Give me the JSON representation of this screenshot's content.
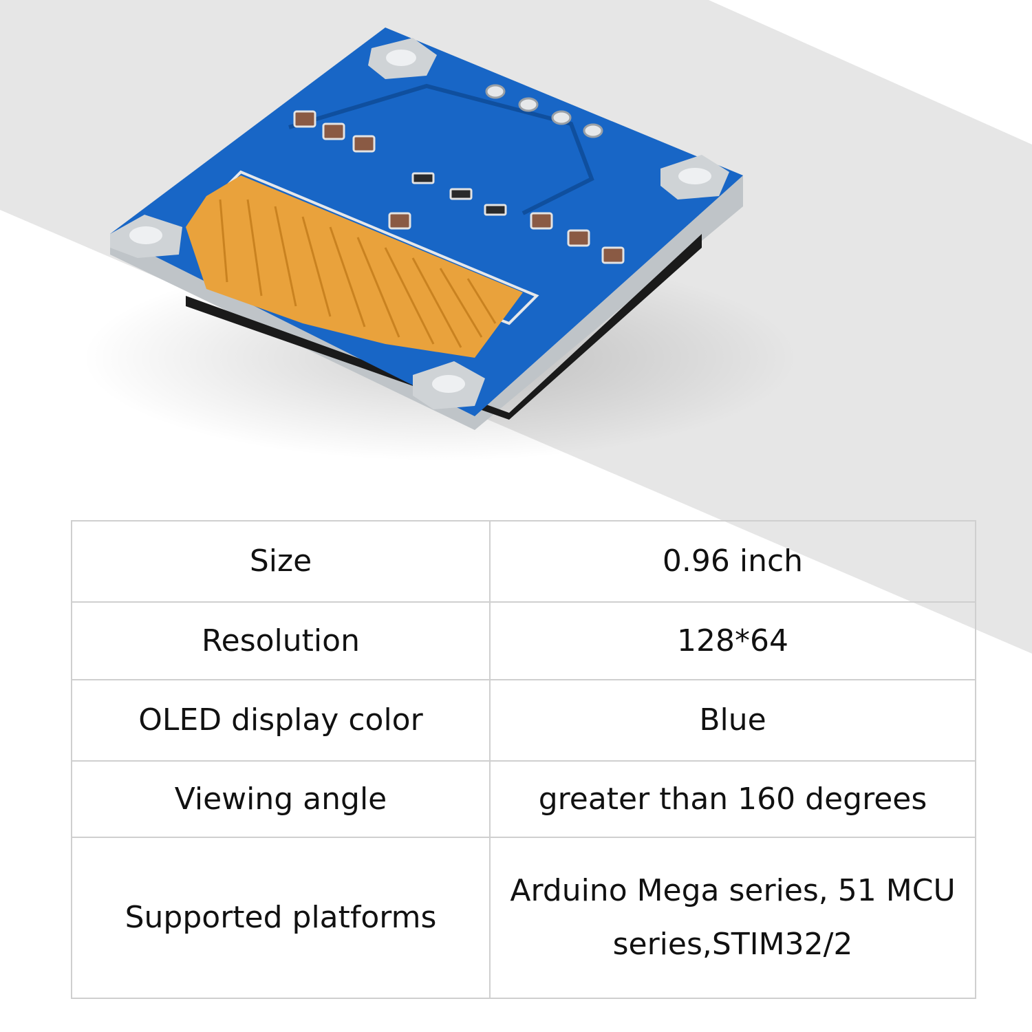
{
  "colors": {
    "background": "#ffffff",
    "band": "#e6e6e6",
    "pcb": "#1866c6",
    "pcb_dark": "#0f4f9e",
    "flex_cable": "#e9a23c",
    "table_border": "#cfcfcf",
    "text": "#111111"
  },
  "specs": [
    {
      "label": "Size",
      "value": "0.96 inch"
    },
    {
      "label": "Resolution",
      "value": "128*64"
    },
    {
      "label": "OLED display color",
      "value": "Blue"
    },
    {
      "label": "Viewing angle",
      "value": "greater than 160 degrees"
    },
    {
      "label": "Supported platforms",
      "value": "Arduino Mega series, 51 MCU series,STIM32/2"
    }
  ]
}
